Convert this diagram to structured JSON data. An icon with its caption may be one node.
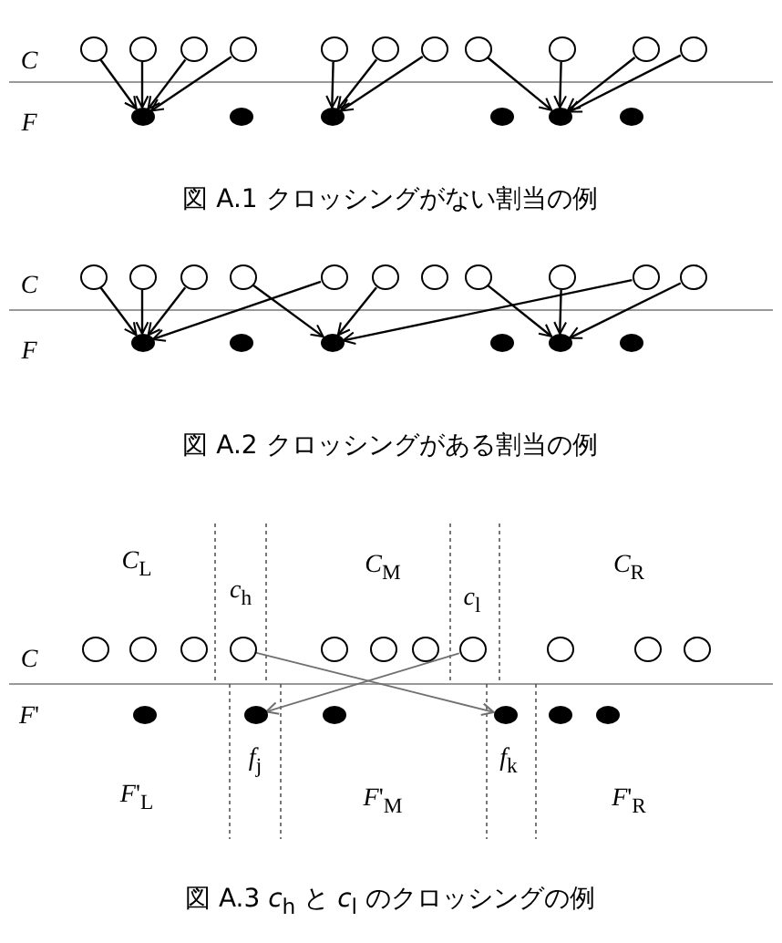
{
  "diagram": {
    "nodes": [
      {
        "text": [],
        "shape": "circle"
      },
      {
        "text": [],
        "shape": "circle"
      },
      {
        "text": [],
        "shape": "circle"
      },
      {
        "text": [],
        "shape": "circle"
      },
      {
        "text": [],
        "shape": "circle"
      },
      {
        "text": [],
        "shape": "circle"
      },
      {
        "text": [],
        "shape": "circle"
      },
      {
        "text": [],
        "shape": "circle"
      },
      {
        "text": [],
        "shape": "circle"
      },
      {
        "text": [],
        "shape": "circle"
      },
      {
        "text": [],
        "shape": "circle"
      },
      {
        "text": [],
        "shape": "dot"
      },
      {
        "text": [],
        "shape": "dot"
      },
      {
        "text": [],
        "shape": "dot"
      },
      {
        "text": [],
        "shape": "dot"
      },
      {
        "text": [],
        "shape": "dot"
      },
      {
        "text": [],
        "shape": "dot"
      },
      {
        "text": [],
        "shape": "circle"
      },
      {
        "text": [],
        "shape": "circle"
      },
      {
        "text": [],
        "shape": "circle"
      },
      {
        "text": [],
        "shape": "circle"
      },
      {
        "text": [],
        "shape": "circle"
      },
      {
        "text": [],
        "shape": "circle"
      },
      {
        "text": [],
        "shape": "circle"
      },
      {
        "text": [],
        "shape": "circle"
      },
      {
        "text": [],
        "shape": "circle"
      },
      {
        "text": [],
        "shape": "circle"
      },
      {
        "text": [],
        "shape": "circle"
      },
      {
        "text": [],
        "shape": "dot"
      },
      {
        "text": [],
        "shape": "dot"
      },
      {
        "text": [],
        "shape": "dot"
      },
      {
        "text": [],
        "shape": "dot"
      },
      {
        "text": [],
        "shape": "dot"
      },
      {
        "text": [],
        "shape": "dot"
      },
      {
        "text": [],
        "shape": "circle"
      },
      {
        "text": [],
        "shape": "circle"
      },
      {
        "text": [],
        "shape": "circle"
      },
      {
        "text": [],
        "shape": "circle"
      },
      {
        "text": [],
        "shape": "circle"
      },
      {
        "text": [],
        "shape": "circle"
      },
      {
        "text": [],
        "shape": "circle"
      },
      {
        "text": [],
        "shape": "circle"
      },
      {
        "text": [],
        "shape": "circle"
      },
      {
        "text": [],
        "shape": "circle"
      },
      {
        "text": [],
        "shape": "circle"
      },
      {
        "text": [],
        "shape": "dot"
      },
      {
        "text": [],
        "shape": "dot"
      },
      {
        "text": [],
        "shape": "dot"
      },
      {
        "text": [],
        "shape": "dot"
      },
      {
        "text": [],
        "shape": "dot"
      },
      {
        "text": [],
        "shape": "dot"
      }
    ],
    "edges": [
      {
        "from": 0,
        "to": 11,
        "arrow": "to"
      },
      {
        "from": 1,
        "to": 11,
        "arrow": "to"
      },
      {
        "from": 2,
        "to": 11,
        "arrow": "to"
      },
      {
        "from": 3,
        "to": 11,
        "arrow": "to"
      },
      {
        "from": 4,
        "to": 13,
        "arrow": "to"
      },
      {
        "from": 5,
        "to": 13,
        "arrow": "to"
      },
      {
        "from": 6,
        "to": 13,
        "arrow": "to"
      },
      {
        "from": 7,
        "to": 15,
        "arrow": "to"
      },
      {
        "from": 8,
        "to": 15,
        "arrow": "to"
      },
      {
        "from": 9,
        "to": 15,
        "arrow": "to"
      },
      {
        "from": 10,
        "to": 15,
        "arrow": "to"
      },
      {
        "from": 17,
        "to": 28,
        "arrow": "to"
      },
      {
        "from": 18,
        "to": 28,
        "arrow": "to"
      },
      {
        "from": 19,
        "to": 28,
        "arrow": "to"
      },
      {
        "from": 21,
        "to": 28,
        "arrow": "to"
      },
      {
        "from": 20,
        "to": 30,
        "arrow": "to"
      },
      {
        "from": 22,
        "to": 30,
        "arrow": "to"
      },
      {
        "from": 26,
        "to": 30,
        "arrow": "to"
      },
      {
        "from": 24,
        "to": 32,
        "arrow": "to"
      },
      {
        "from": 25,
        "to": 32,
        "arrow": "to"
      },
      {
        "from": 27,
        "to": 32,
        "arrow": "to"
      },
      {
        "from": 37,
        "to": 48,
        "arrow": "to",
        "color": "#707070"
      },
      {
        "from": 41,
        "to": 46,
        "arrow": "to",
        "color": "#707070"
      }
    ],
    "labels": [
      "*C*",
      "*F*",
      "図 A.1 クロッシングがない割当の例",
      "*C*",
      "*F*",
      "図 A.2 クロッシングがある割当の例",
      "*C*$_{L}$",
      "*C*$_{M}$",
      "*C*$_{R}$",
      "*c*$_{h}$",
      "*c*$_{l}$",
      "*C*",
      "*F*'",
      "*f*$_{j}$",
      "*f*$_{k}$",
      "*F*'$_{L}$",
      "*F*'$_{M}$",
      "*F*'$_{R}$",
      "図 A.3 *c*$_{h}$ と *c*$_{l}$ のクロッシングの例"
    ]
  }
}
